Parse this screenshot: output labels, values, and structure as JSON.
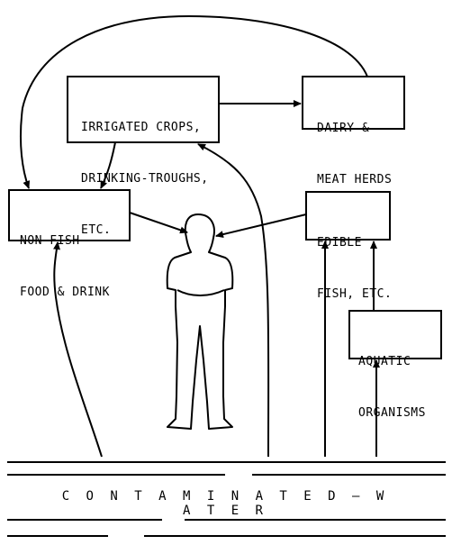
{
  "boxes": {
    "irrigated_crops": {
      "line1": "IRRIGATED CROPS,",
      "line2": "DRINKING-TROUGHS,",
      "line3": "ETC."
    },
    "dairy_meat": {
      "line1": "DAIRY &",
      "line2": "MEAT HERDS"
    },
    "non_fish": {
      "line1": "NON-FISH",
      "line2": "FOOD & DRINK"
    },
    "edible_fish": {
      "line1": "EDIBLE",
      "line2": "FISH, ETC."
    },
    "aquatic": {
      "line1": "AQUATIC",
      "line2": "ORGANISMS"
    }
  },
  "water": {
    "label": "C O N T A M I N A T E D  –  W A T E R"
  }
}
